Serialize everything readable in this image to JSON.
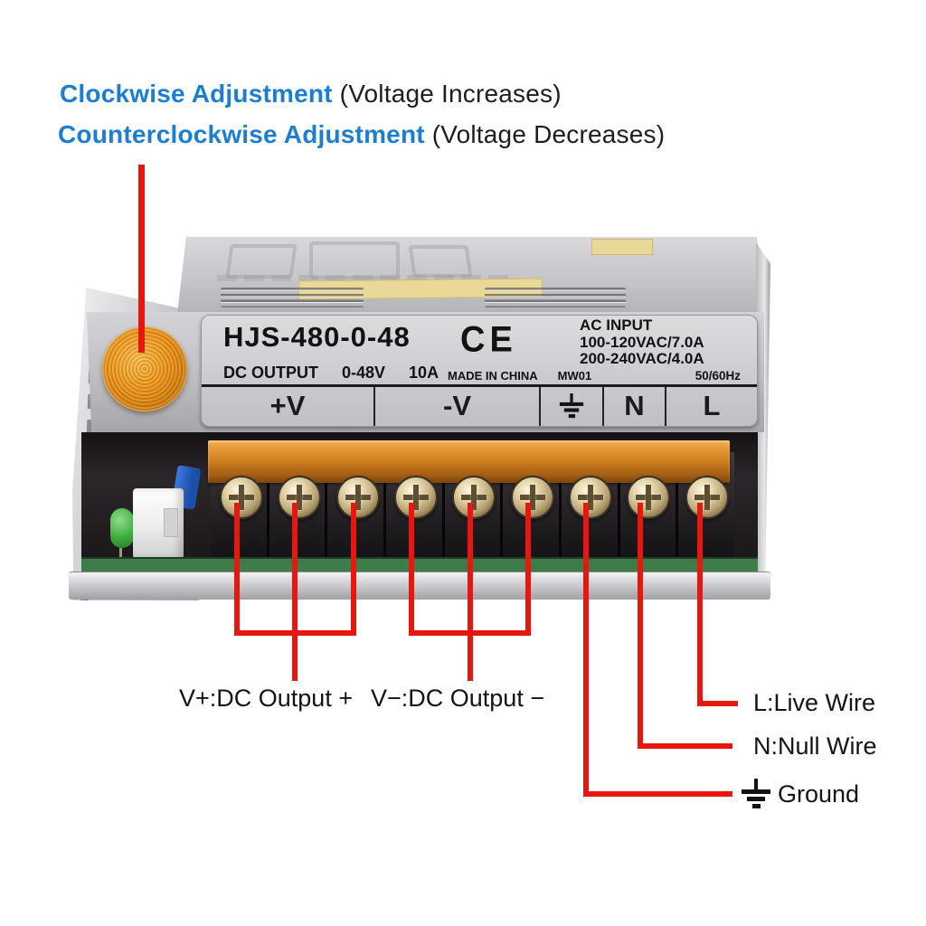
{
  "headings": {
    "clockwise": {
      "highlight": "Clockwise Adjustment",
      "note": " (Voltage Increases)"
    },
    "counterclockwise": {
      "highlight": "Counterclockwise Adjustment",
      "note": " (Voltage Decreases)"
    }
  },
  "device": {
    "model": "HJS-480-0-48",
    "dc_output": {
      "label": "DC OUTPUT",
      "range": "0-48V",
      "current": "10A"
    },
    "origin": "MADE IN CHINA",
    "code": "MW01",
    "ce_mark": "CE",
    "ac_input": {
      "title": "AC INPUT",
      "line1": "100-120VAC/7.0A",
      "line2": "200-240VAC/4.0A",
      "freq": "50/60Hz"
    },
    "terminals": [
      "+V",
      "-V",
      "GND",
      "N",
      "L"
    ],
    "terminal_count": 9
  },
  "callouts": {
    "v_plus": "V+:DC Output +",
    "v_minus": "V−:DC Output −",
    "live": "L:Live Wire",
    "null": "N:Null Wire",
    "ground": "Ground"
  },
  "colors": {
    "annotation_blue": "#1b7ed3",
    "annotation_red": "#e9150f",
    "knob_orange": "#e8941c",
    "busbar_copper": "#c9751f",
    "pcb_green": "#3e7d49",
    "case_silver": "#c2c2c6"
  }
}
